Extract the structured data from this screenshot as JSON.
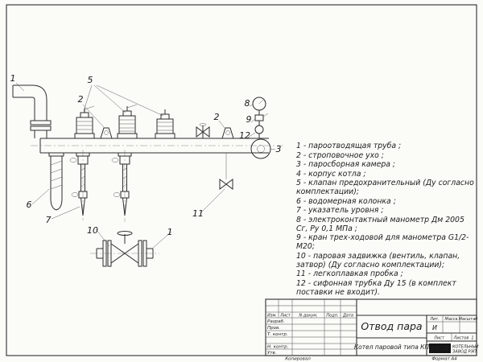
{
  "sheet": {
    "copied_label": "Копировал",
    "format_label": "Формат А4"
  },
  "drawing": {
    "callouts": [
      "1",
      "2",
      "5",
      "8",
      "2",
      "9",
      "12",
      "3",
      "6",
      "7",
      "10",
      "11",
      "1"
    ]
  },
  "legend": {
    "items": [
      "1 - пароотводящая труба ;",
      "2 - строповочное ухо ;",
      "3 - паросборная камера ;",
      "4 - корпус котла ;",
      "5 - клапан предохранительный (Ду согласно комплектации);",
      "6 - водомерная колонка ;",
      "7 - указатель уровня ;",
      "8 - электроконтактный манометр Дм 2005 Сг, Ру 0,1 МПа ;",
      "9 - кран трех-ходовой для манометра G1/2-М20;",
      "10 - паровая задвижка (вентиль, клапан, затвор) (Ду согласно комплектации);",
      "11 - легкоплавкая пробка ;",
      "12 - сифонная трубка Ду 15 (в комплект поставки не входит)."
    ]
  },
  "title_block": {
    "title": "Отвод пара",
    "product": "Котел паровой типа КП",
    "columns": {
      "izm": "Изм.",
      "list": "Лист",
      "doc": "N докум.",
      "sign": "Подп.",
      "date": "Дата"
    },
    "roles": {
      "razrab": "Разраб.",
      "prov": "Пров.",
      "tcontr": "Т. контр.",
      "ncontr": "Н. контр.",
      "utv": "Утв."
    },
    "lit_label": "Лит.",
    "mass_label": "Масса",
    "scale_label": "Масштаб",
    "lit_value": "И",
    "sheet_label": "Лист",
    "sheets_label": "Листов",
    "sheets_value": "1",
    "logo_text": "KVZR",
    "logo_caption_line1": "КОТЕЛЬНЫЙ",
    "logo_caption_line2": "ЗАВОД РЭП"
  }
}
